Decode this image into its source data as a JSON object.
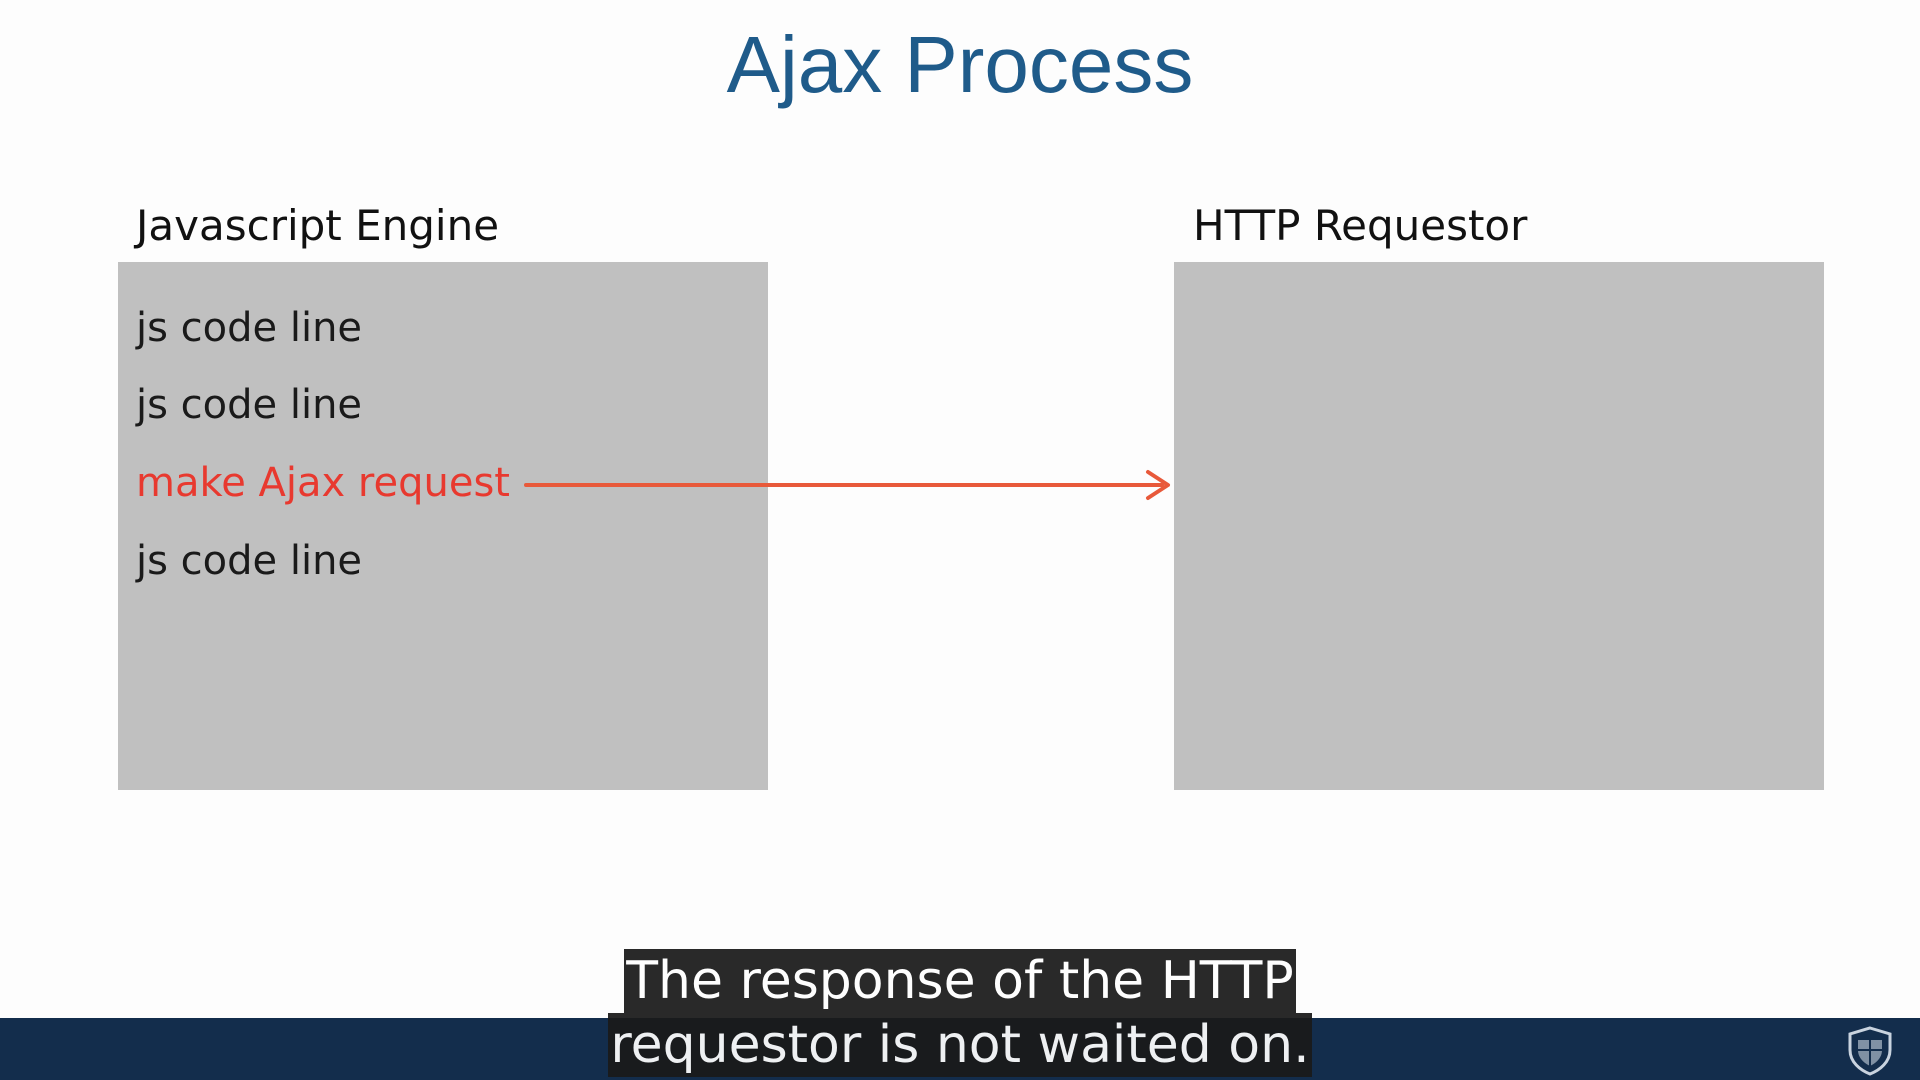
{
  "slide": {
    "title": "Ajax Process"
  },
  "js_engine": {
    "label": "Javascript Engine",
    "lines": [
      {
        "text": "js code line",
        "highlight": false
      },
      {
        "text": "js code line",
        "highlight": false
      },
      {
        "text": "make Ajax request",
        "highlight": true
      },
      {
        "text": "js code line",
        "highlight": false
      }
    ]
  },
  "http_requestor": {
    "label": "HTTP Requestor"
  },
  "colors": {
    "title": "#1f5b8a",
    "panel": "#c0c0c0",
    "highlight_text": "#e8392f",
    "arrow": "#e8593a",
    "footer": "#132d4c"
  },
  "footer": {
    "logo_icon": "shield-icon"
  },
  "caption": {
    "line1": "The response of the HTTP",
    "line2": "requestor is not waited on."
  }
}
